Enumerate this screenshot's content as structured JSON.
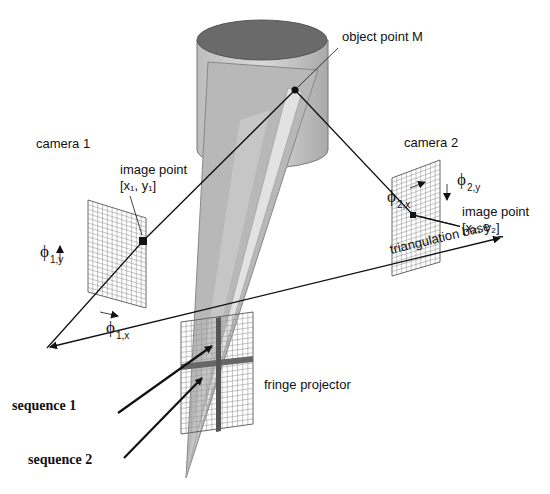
{
  "diagram": {
    "labels": [
      "object point M",
      "image point",
      "[x₁, y₁]",
      "camera 1",
      "ϕ",
      "1,y",
      "ϕ",
      "1,x",
      "camera 2",
      "ϕ",
      "2,x",
      "ϕ",
      "2,y",
      "image point",
      "[x₂, y₂]",
      "triangulation base",
      "fringe projector",
      "sequence 1",
      "sequence 2"
    ]
  }
}
